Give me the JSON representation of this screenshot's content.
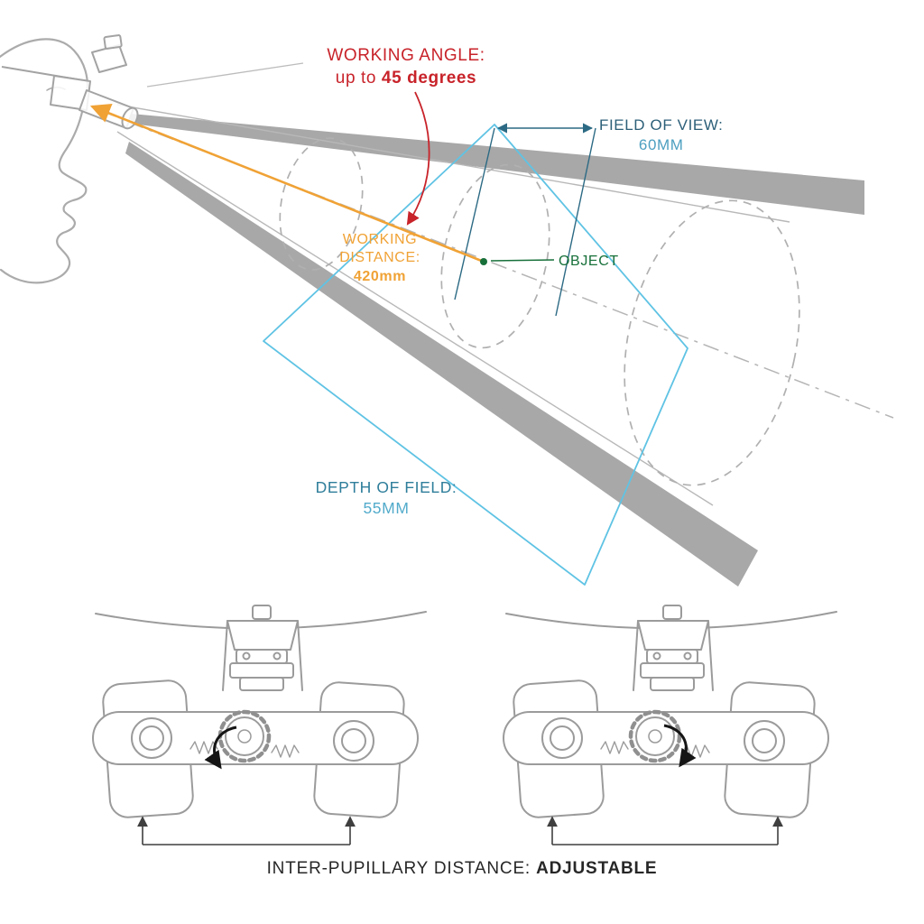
{
  "annotations": {
    "working_angle": {
      "title": "WORKING ANGLE:",
      "prefix": "up to ",
      "value": "45 degrees"
    },
    "field_of_view": {
      "title": "FIELD OF VIEW:",
      "value": "60MM"
    },
    "object": {
      "label": "OBJECT"
    },
    "working_distance": {
      "line1": "WORKING",
      "line2": "DISTANCE:",
      "value": "420mm"
    },
    "depth_of_field": {
      "title": "DEPTH OF FIELD:",
      "value": "55MM"
    },
    "inter_pupillary": {
      "label": "INTER-PUPILLARY DISTANCE: ",
      "value": "ADJUSTABLE"
    }
  },
  "colors": {
    "working_angle_red": "#c8232a",
    "working_distance_orange": "#f0a235",
    "field_of_view_dark": "#2c5f78",
    "field_of_view_light": "#4d9fc0",
    "object_green": "#17703a",
    "depth_of_field_dark": "#2f7e9b",
    "depth_of_field_light": "#52abcb",
    "beam_gray": "#a8a8a8",
    "line_gray": "#b0b0b0",
    "plane_blue": "#5fc3e4",
    "caption_dark": "#272727"
  }
}
